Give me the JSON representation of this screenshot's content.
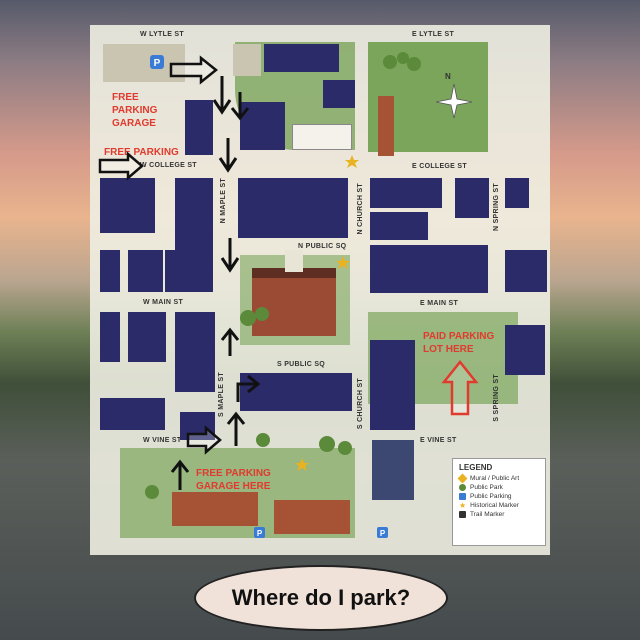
{
  "streets": {
    "w_lytle": "W LYTLE ST",
    "e_lytle": "E LYTLE ST",
    "w_college": "W COLLEGE ST",
    "e_college": "E COLLEGE ST",
    "n_public_sq": "N PUBLIC SQ",
    "w_main": "W MAIN ST",
    "e_main": "E MAIN ST",
    "s_public_sq": "S PUBLIC SQ",
    "w_vine": "W VINE ST",
    "e_vine": "E VINE ST",
    "n_maple": "N MAPLE ST",
    "s_maple": "S MAPLE ST",
    "n_church": "N CHURCH ST",
    "s_church": "S CHURCH ST",
    "n_spring": "N SPRING ST",
    "s_spring": "S SPRING ST"
  },
  "callouts": {
    "free_parking_garage": "FREE PARKING GARAGE",
    "free_parking": "FREE PARKING",
    "paid_parking": "PAID PARKING LOT HERE",
    "free_parking_garage_here": "FREE PARKING GARAGE HERE"
  },
  "legend": {
    "title": "LEGEND",
    "items": [
      {
        "label": "Mural / Public Art",
        "icon": "brush-icon"
      },
      {
        "label": "Public Park",
        "icon": "tree-icon"
      },
      {
        "label": "Public Parking",
        "icon": "parking-icon"
      },
      {
        "label": "Historical Marker",
        "icon": "star-icon"
      },
      {
        "label": "Trail Marker",
        "icon": "walker-icon"
      }
    ]
  },
  "compass": "N",
  "question": "Where do I park?",
  "colors": {
    "callout_red": "#e03b2e",
    "building_navy": "#2b2b6a",
    "park_green": "#7aa55a",
    "arrow_black": "#111111"
  }
}
